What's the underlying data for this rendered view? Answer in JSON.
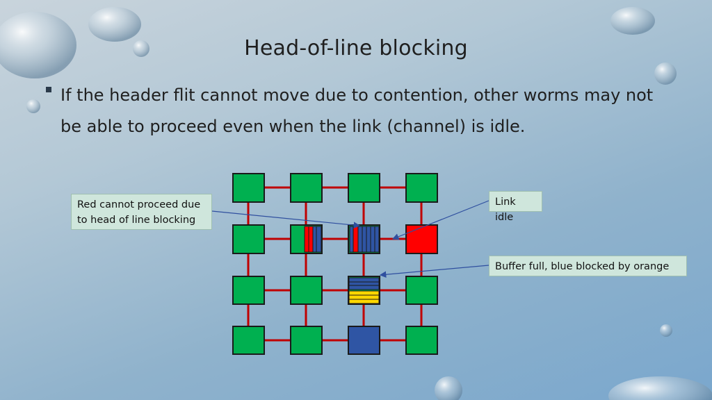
{
  "slide": {
    "title": "Head-of-line blocking",
    "bullet": "If the header flit cannot move due to contention, other worms may not be able to proceed even when the link (channel) is idle."
  },
  "callouts": {
    "red_blocked": "Red cannot proceed due to head of line blocking",
    "link_idle": "Link idle",
    "buffer_full": "Buffer full, blue blocked by orange"
  },
  "colors": {
    "router": "#00b050",
    "link": "#c00000",
    "red": "#ff0000",
    "blue": "#2f55a4",
    "yellow": "#ffd700",
    "arrow": "#2f4f9f"
  }
}
